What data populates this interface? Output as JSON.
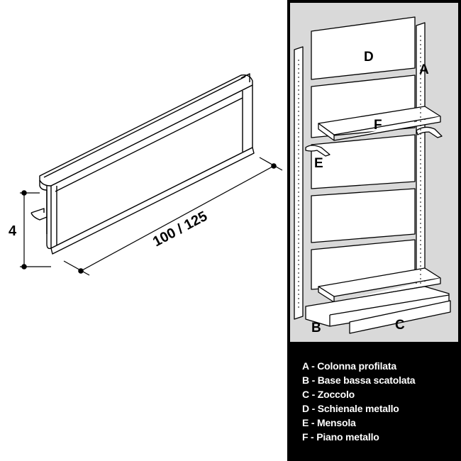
{
  "profile": {
    "height_label": "4",
    "length_label": "100 / 125"
  },
  "diagram": {
    "letters": {
      "a": "A",
      "b": "B",
      "c": "C",
      "d": "D",
      "e": "E",
      "f": "F"
    }
  },
  "legend": [
    {
      "letter": "A",
      "text": "A - Colonna profilata"
    },
    {
      "letter": "B",
      "text": "B - Base bassa scatolata"
    },
    {
      "letter": "C",
      "text": "C - Zoccolo"
    },
    {
      "letter": "D",
      "text": "D - Schienale metallo"
    },
    {
      "letter": "E",
      "text": "E - Mensola"
    },
    {
      "letter": "F",
      "text": "F - Piano metallo"
    }
  ],
  "colors": {
    "panel_bg": "#000000",
    "diagram_bg": "#d9d9d9",
    "line": "#000000",
    "legend_text": "#ffffff"
  }
}
